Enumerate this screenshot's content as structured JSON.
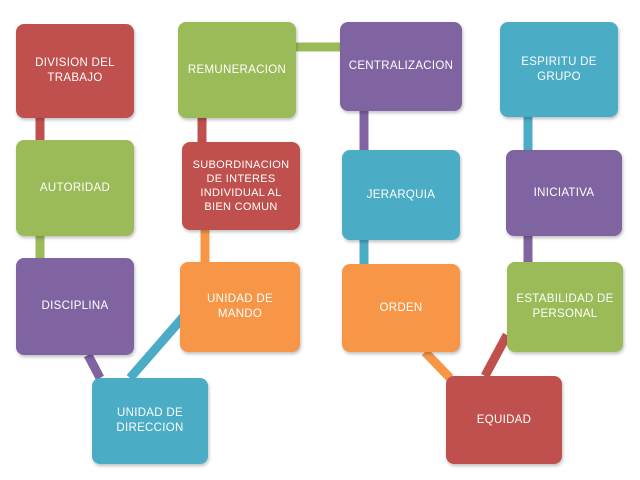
{
  "colors": {
    "red": "#c0504d",
    "green": "#9bbb59",
    "purple": "#8064a2",
    "orange": "#f79646",
    "blue": "#4bacc6"
  },
  "nodes": {
    "division_del_trabajo": "DIVISION DEL\nTRABAJO",
    "autoridad": "AUTORIDAD",
    "disciplina": "DISCIPLINA",
    "unidad_de_direccion": "UNIDAD DE\nDIRECCION",
    "remuneracion": "REMUNERACION",
    "subordinacion": "SUBORDINACION\nDE INTERES\nINDIVIDUAL AL\nBIEN COMUN",
    "unidad_de_mando": "UNIDAD DE\nMANDO",
    "centralizacion": "CENTRALIZACION",
    "jerarquia": "JERARQUIA",
    "orden": "ORDEN",
    "espiritu_de_grupo": "ESPIRITU DE\nGRUPO",
    "iniciativa": "INICIATIVA",
    "estabilidad_de_personal": "ESTABILIDAD DE\nPERSONAL",
    "equidad": "EQUIDAD"
  }
}
